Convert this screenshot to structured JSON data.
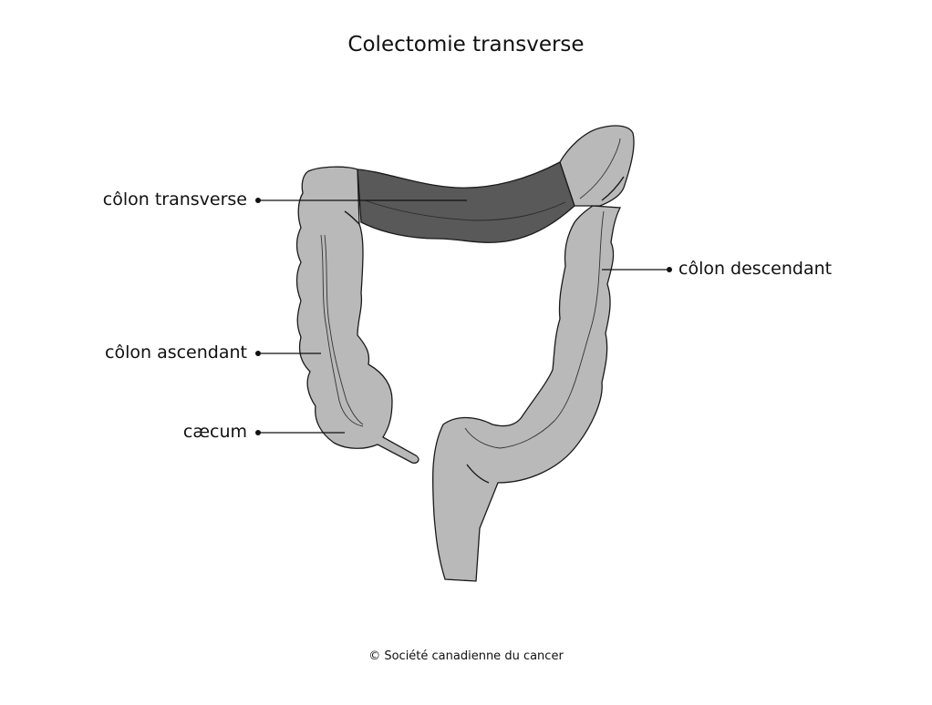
{
  "title": "Colectomie transverse",
  "copyright": "© Société canadienne du cancer",
  "labels": {
    "transverse": "côlon transverse",
    "descendant": "côlon descendant",
    "ascendant": "côlon ascendant",
    "caecum": "cæcum"
  },
  "colors": {
    "colon": "#b9b9b9",
    "removed_section": "#595959",
    "outline": "#1a1a1a"
  }
}
